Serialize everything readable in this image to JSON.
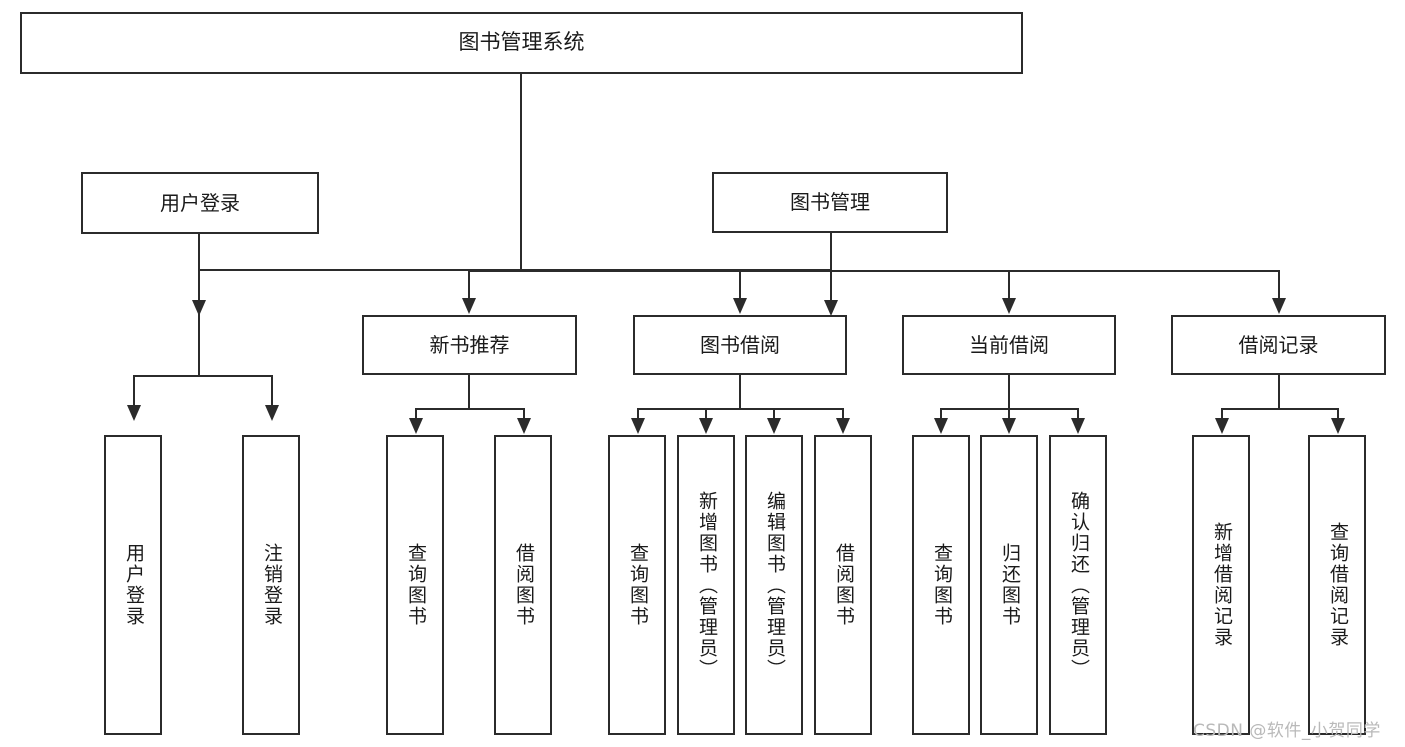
{
  "diagram": {
    "title": "图书管理系统",
    "watermark": "CSDN @软件_小贺同学",
    "root": {
      "label": "图书管理系统"
    },
    "level1": [
      {
        "label": "用户登录"
      },
      {
        "label": "图书管理"
      }
    ],
    "level2": [
      {
        "label": "新书推荐"
      },
      {
        "label": "图书借阅"
      },
      {
        "label": "当前借阅"
      },
      {
        "label": "借阅记录"
      }
    ],
    "leaves": {
      "user_login": [
        {
          "label": "用户登录"
        },
        {
          "label": "注销登录"
        }
      ],
      "new_book": [
        {
          "label": "查询图书"
        },
        {
          "label": "借阅图书"
        }
      ],
      "borrow": [
        {
          "label": "查询图书"
        },
        {
          "label": "新增图书（管理员）"
        },
        {
          "label": "编辑图书（管理员）"
        },
        {
          "label": "借阅图书"
        }
      ],
      "current": [
        {
          "label": "查询图书"
        },
        {
          "label": "归还图书"
        },
        {
          "label": "确认归还（管理员）"
        }
      ],
      "records": [
        {
          "label": "新增借阅记录"
        },
        {
          "label": "查询借阅记录"
        }
      ]
    },
    "colors": {
      "stroke": "#2b2b2b",
      "fill": "#ffffff",
      "text": "#1a1a1a",
      "watermark": "#b9b9b9"
    }
  }
}
